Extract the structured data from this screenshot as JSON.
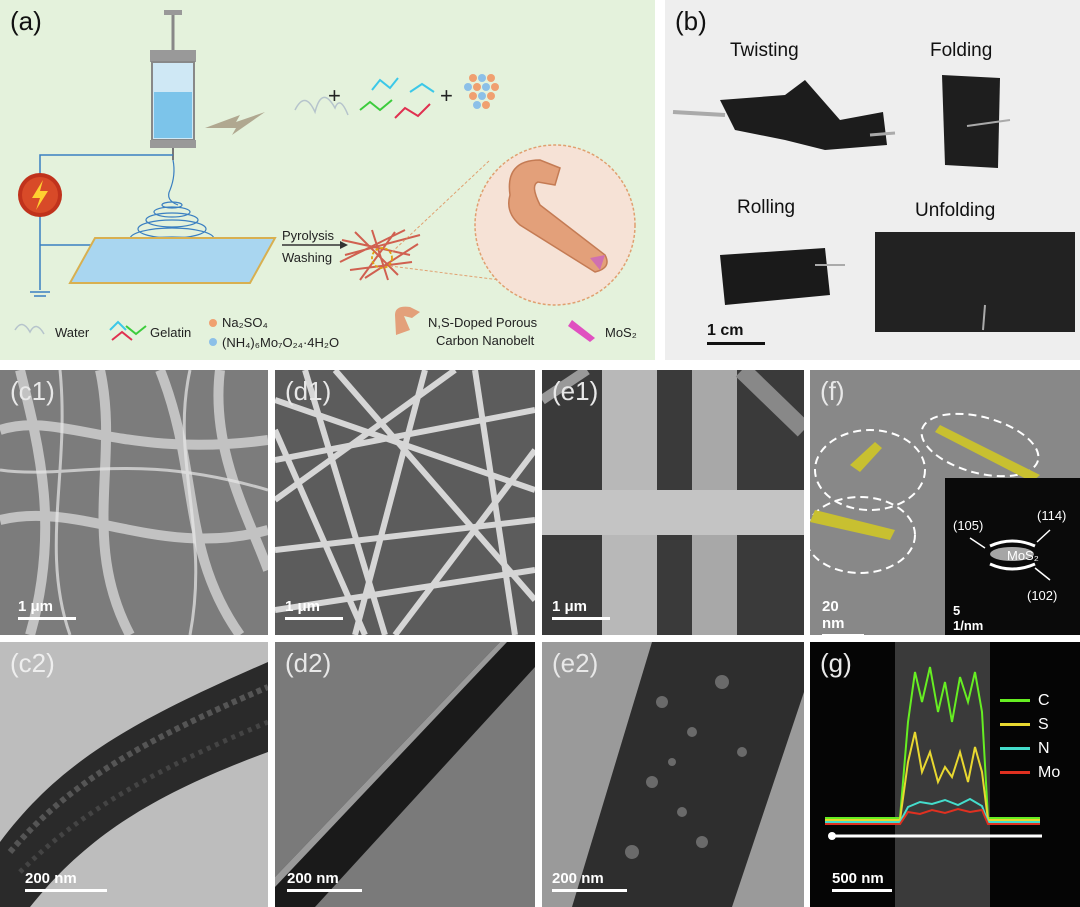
{
  "panel_a": {
    "label": "(a)",
    "process_top": "Pyrolysis",
    "process_bottom": "Washing",
    "legend": {
      "water": "Water",
      "gelatin": "Gelatin",
      "na2so4": "Na₂SO₄",
      "molybdate": "(NH₄)₆Mo₇O₂₄·4H₂O",
      "nanobelt_line1": "N,S-Doped Porous",
      "nanobelt_line2": "Carbon Nanobelt",
      "mos2": "MoS₂"
    }
  },
  "panel_b": {
    "label": "(b)",
    "twisting": "Twisting",
    "folding": "Folding",
    "rolling": "Rolling",
    "unfolding": "Unfolding",
    "scale": "1 cm"
  },
  "panel_c1": {
    "label": "(c1)",
    "scale": "1 μm"
  },
  "panel_d1": {
    "label": "(d1)",
    "scale": "1 μm"
  },
  "panel_e1": {
    "label": "(e1)",
    "scale": "1 μm"
  },
  "panel_f": {
    "label": "(f)",
    "scale": "20 nm",
    "inset_scale": "5 1/nm",
    "idx_105": "(105)",
    "idx_114": "(114)",
    "idx_102": "(102)",
    "mos2": "MoS₂"
  },
  "panel_c2": {
    "label": "(c2)",
    "scale": "200 nm"
  },
  "panel_d2": {
    "label": "(d2)",
    "scale": "200 nm"
  },
  "panel_e2": {
    "label": "(e2)",
    "scale": "200 nm"
  },
  "panel_g": {
    "label": "(g)",
    "scale": "500 nm",
    "legend": [
      "C",
      "S",
      "N",
      "Mo"
    ]
  },
  "colors": {
    "panel_a_bg": "#e4f2dc",
    "C": "#66ee22",
    "S": "#e8d830",
    "N": "#44ddcc",
    "Mo": "#e03020",
    "mos2_highlight": "#c8c030"
  }
}
